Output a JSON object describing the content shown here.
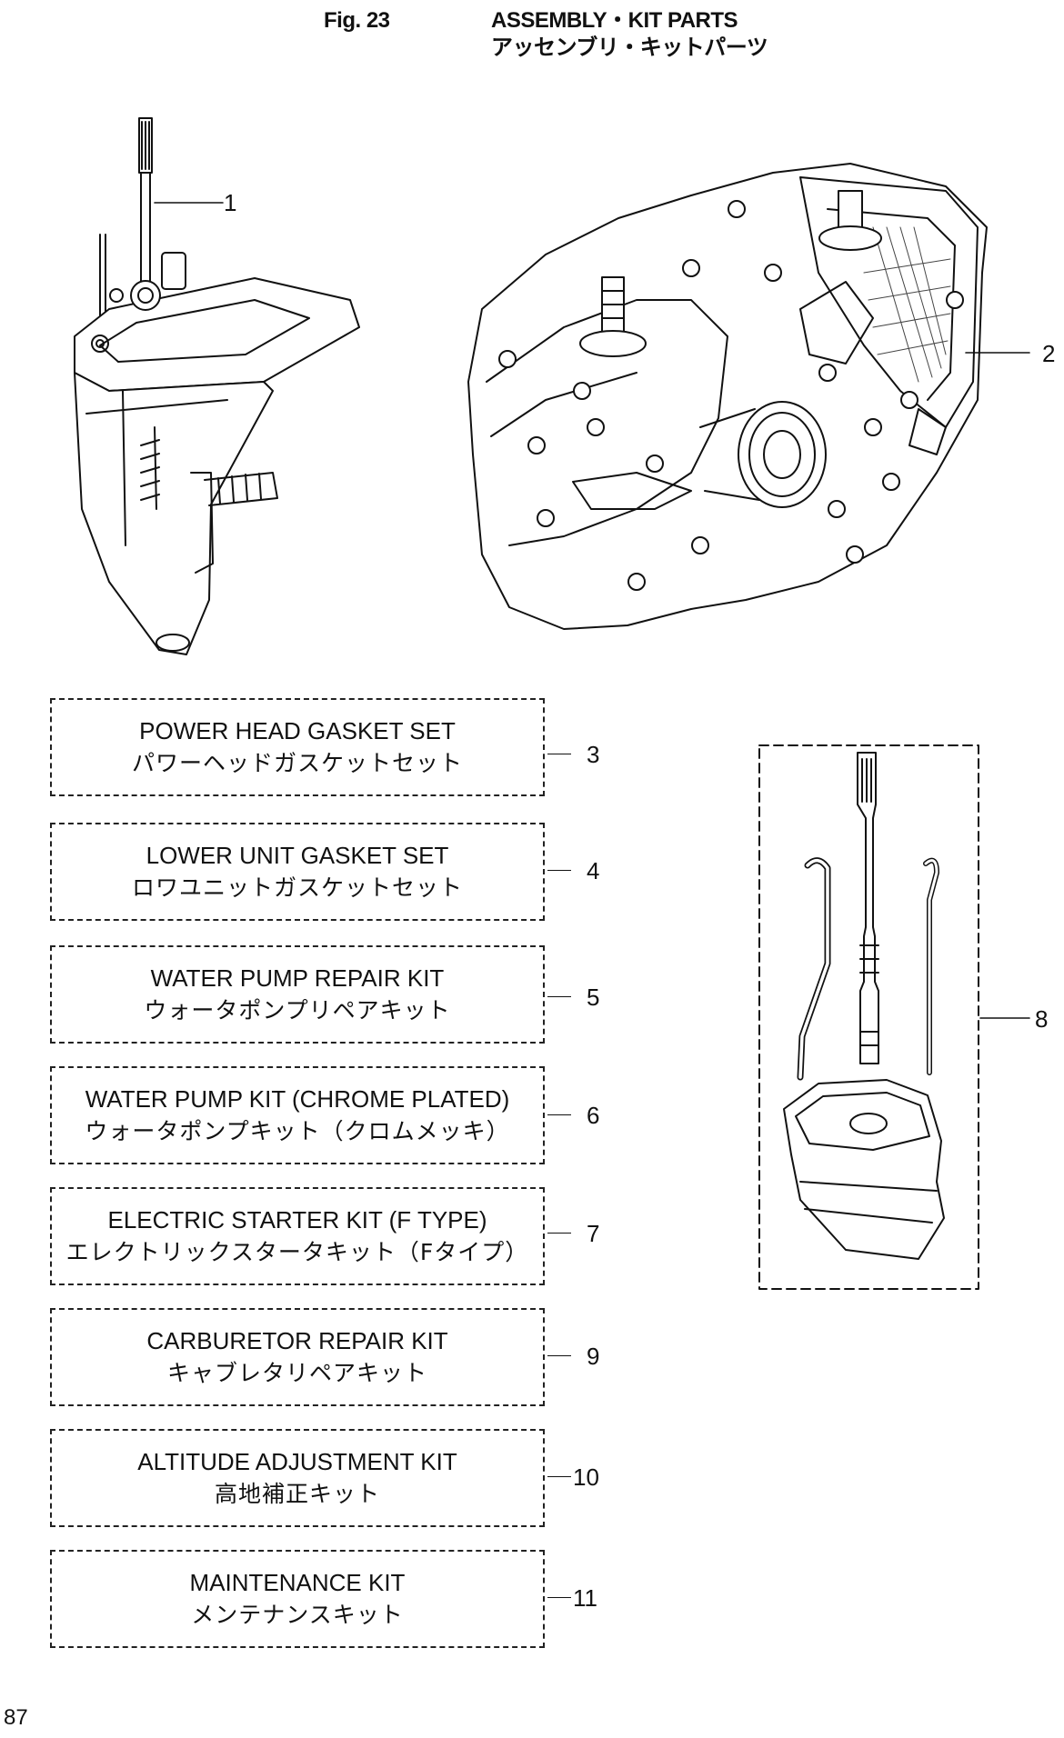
{
  "header": {
    "fig_label": "Fig. 23",
    "title_en": "ASSEMBLY・KIT PARTS",
    "title_jp": "アッセンブリ・キットパーツ"
  },
  "callouts": {
    "c1": "1",
    "c2": "2",
    "c3": "3",
    "c4": "4",
    "c5": "5",
    "c6": "6",
    "c7": "7",
    "c8": "8",
    "c9": "9",
    "c10": "10",
    "c11": "11"
  },
  "kits": [
    {
      "en": "POWER HEAD GASKET SET",
      "jp": "パワーヘッドガスケットセット"
    },
    {
      "en": "LOWER UNIT GASKET SET",
      "jp": "ロワユニットガスケットセット"
    },
    {
      "en": "WATER PUMP REPAIR KIT",
      "jp": "ウォータポンプリペアキット"
    },
    {
      "en": "WATER PUMP KIT (CHROME PLATED)",
      "jp": "ウォータポンプキット（クロムメッキ）"
    },
    {
      "en": "ELECTRIC STARTER KIT (F TYPE)",
      "jp": "エレクトリックスタータキット（Fタイプ）"
    },
    {
      "en": "CARBURETOR REPAIR KIT",
      "jp": "キャブレタリペアキット"
    },
    {
      "en": "ALTITUDE ADJUSTMENT KIT",
      "jp": "高地補正キット"
    },
    {
      "en": "MAINTENANCE KIT",
      "jp": "メンテナンスキット"
    }
  ],
  "page_number": "87"
}
